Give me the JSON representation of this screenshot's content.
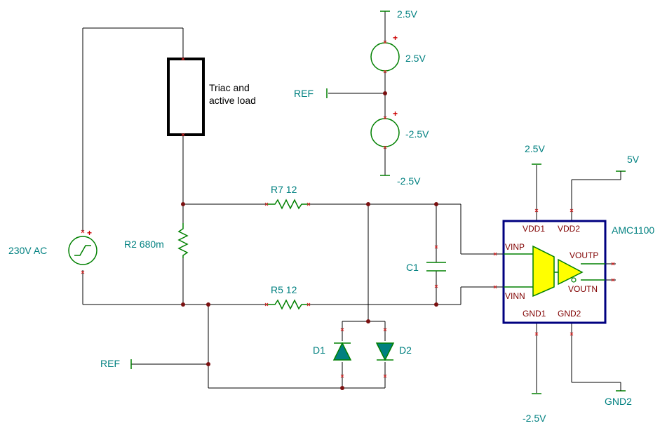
{
  "labels": {
    "top_supply": "2.5V",
    "src_pos": "2.5V",
    "src_neg": "-2.5V",
    "ref_top": "REF",
    "bot_supply": "-2.5V",
    "load": [
      "Triac and",
      "active load"
    ],
    "ac_source": "230V AC",
    "r2": "R2 680m",
    "r7": "R7 12",
    "r5": "R5 12",
    "c1": "C1",
    "d1": "D1",
    "d2": "D2",
    "ref_bot": "REF",
    "amc_vdd1_supply": "2.5V",
    "amc_vdd2_supply": "5V",
    "amc_gnd1_supply": "-2.5V",
    "amc_gnd2_supply": "GND2",
    "amc_name": "AMC1100",
    "plus": "+"
  },
  "pins": {
    "vdd1": "VDD1",
    "vdd2": "VDD2",
    "vinp": "VINP",
    "vinn": "VINN",
    "voutp": "VOUTP",
    "voutn": "VOUTN",
    "gnd1": "GND1",
    "gnd2": "GND2"
  },
  "colors": {
    "wire": "#000000",
    "component": "#008000",
    "label": "#008080",
    "pin_label": "#800000",
    "amplifier_fill": "#ffff00",
    "chip_border": "#000080",
    "diode_fill": "#008080"
  }
}
